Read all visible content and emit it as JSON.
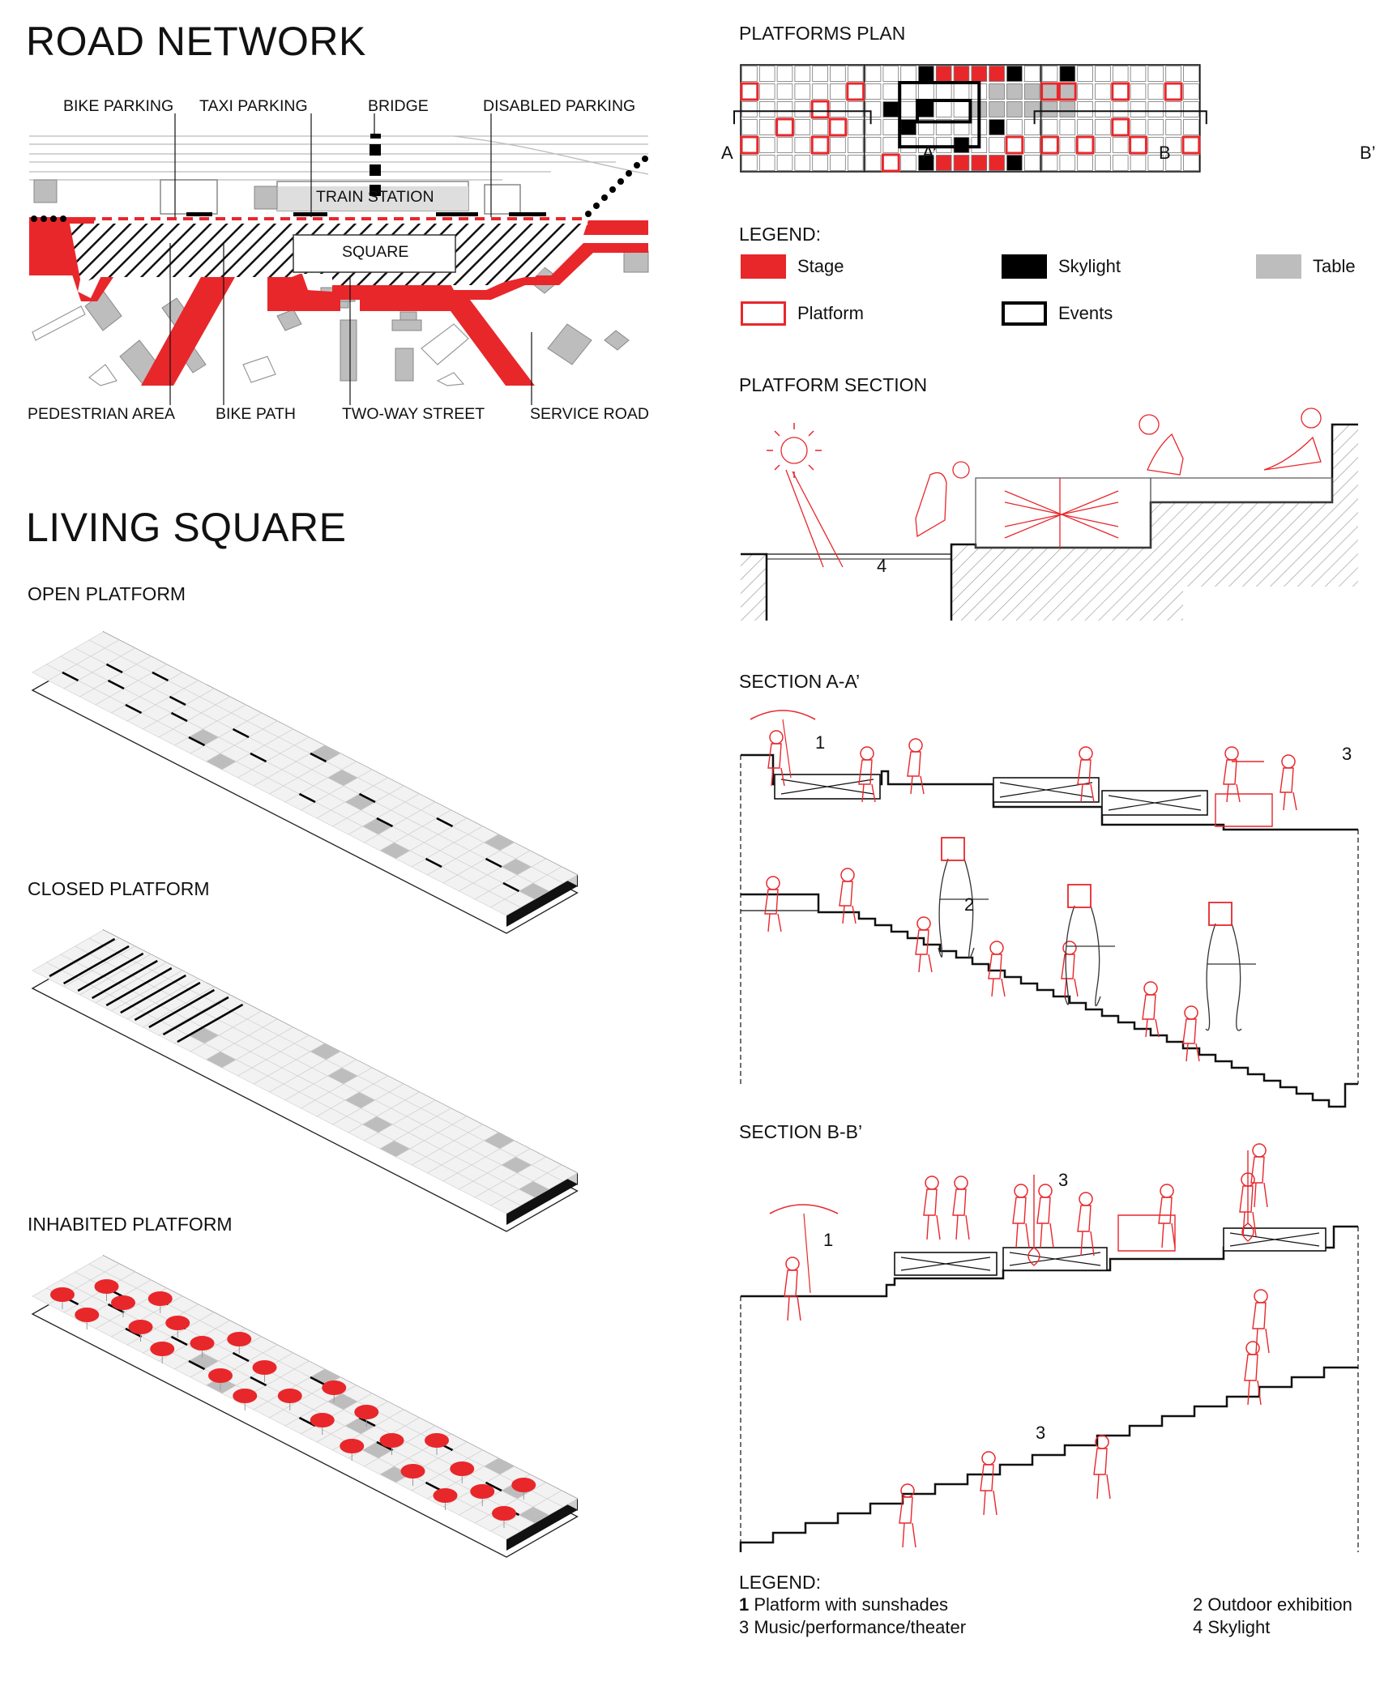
{
  "road_network": {
    "title": "ROAD NETWORK",
    "top_labels": [
      "BIKE PARKING",
      "TAXI PARKING",
      "BRIDGE",
      "DISABLED PARKING"
    ],
    "train_station": "TRAIN STATION",
    "square": "SQUARE",
    "bottom_labels": [
      "PEDESTRIAN AREA",
      "BIKE PATH",
      "TWO-WAY STREET",
      "SERVICE ROAD"
    ]
  },
  "living_square": {
    "title": "LIVING SQUARE",
    "open_platform": "OPEN PLATFORM",
    "closed_platform": "CLOSED PLATFORM",
    "inhabited_platform": "INHABITED PLATFORM"
  },
  "platforms_plan": {
    "title": "PLATFORMS PLAN",
    "markers": [
      "A",
      "A’",
      "B",
      "B’"
    ],
    "legend_title": "LEGEND:",
    "legend": [
      {
        "label": "Stage",
        "color": "#e8272b"
      },
      {
        "label": "Skylight",
        "color": "#000000"
      },
      {
        "label": "Table",
        "color": "#bdbdbd"
      },
      {
        "label": "Platform",
        "color": "#e8272b"
      },
      {
        "label": "Events",
        "color": "#000000"
      }
    ]
  },
  "platform_section": {
    "title": "PLATFORM SECTION",
    "number": "4"
  },
  "section_aa": {
    "title": "SECTION A-A’",
    "numbers": [
      "1",
      "2",
      "3"
    ]
  },
  "section_bb": {
    "title": "SECTION B-B’",
    "numbers": [
      "1",
      "3",
      "3"
    ]
  },
  "bottom_legend": {
    "title": "LEGEND:",
    "item1_num": "1",
    "item1_text": " Platform with sunshades",
    "item2": "2 Outdoor exhibition",
    "item3": "3 Music/performance/theater",
    "item4": "4 Skylight"
  },
  "colors": {
    "accent": "#e8272b",
    "table": "#bdbdbd",
    "ink": "#111111"
  }
}
